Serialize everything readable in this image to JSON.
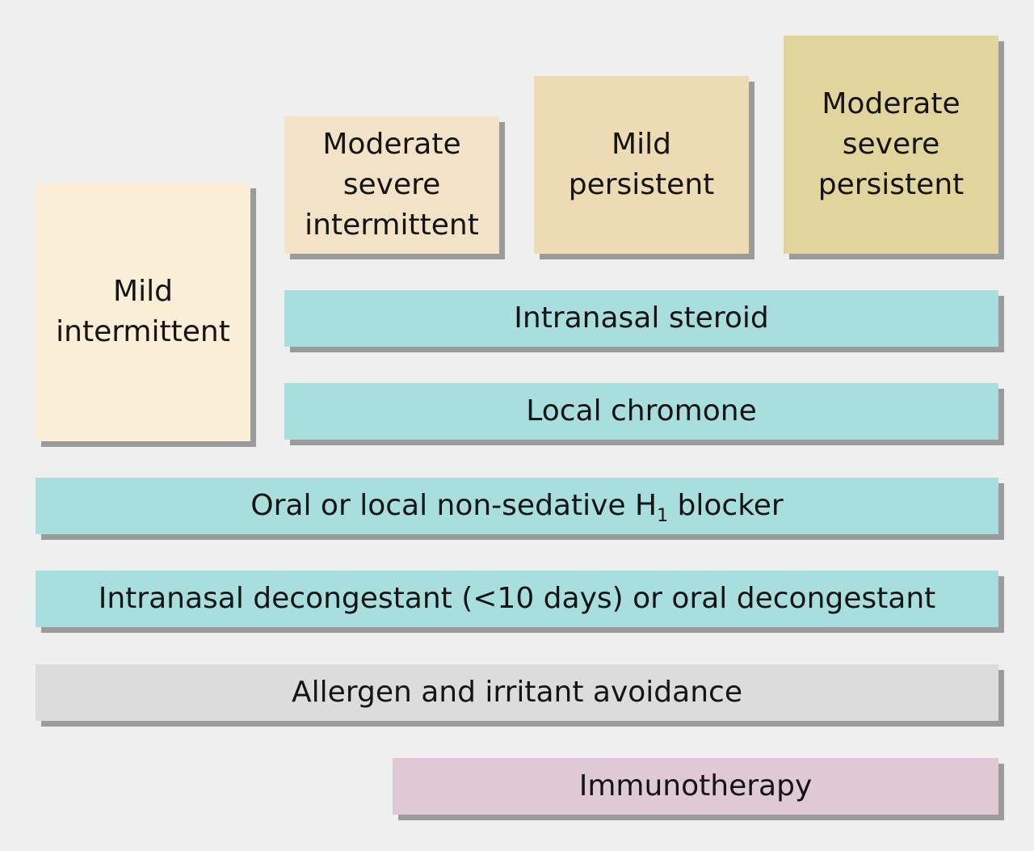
{
  "severity_levels": [
    {
      "label": "Mild\nintermittent",
      "color": "#fbeed6"
    },
    {
      "label": "Moderate\nsevere\nintermittent",
      "color": "#f2e2c6"
    },
    {
      "label": "Mild\npersistent",
      "color": "#ecdbb3"
    },
    {
      "label": "Moderate\nsevere\npersistent",
      "color": "#e2d49d"
    }
  ],
  "treatments": {
    "intranasal_steroid": "Intranasal steroid",
    "local_chromone": "Local chromone",
    "h1_blocker": {
      "prefix": "Oral or local non-sedative H",
      "subscript": "1",
      "suffix": " blocker"
    },
    "decongestant": "Intranasal decongestant (<10 days) or oral decongestant",
    "avoidance": "Allergen and irritant avoidance",
    "immunotherapy": "Immunotherapy"
  }
}
